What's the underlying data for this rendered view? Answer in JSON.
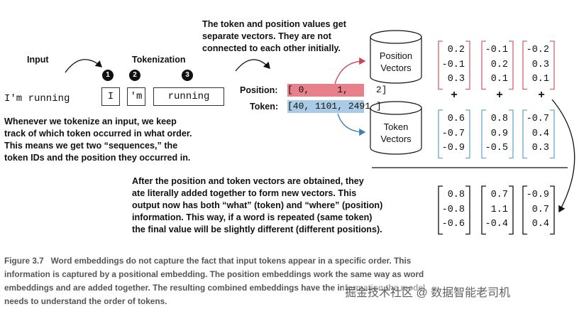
{
  "labels": {
    "input": "Input",
    "tokenization": "Tokenization",
    "input_text": "I'm running",
    "position_label": "Position:",
    "token_label": "Token:",
    "position_values": "[ 0,     1,     2]",
    "token_values": "[40, 1101, 2491 ]",
    "position_vectors": [
      "Position",
      "Vectors"
    ],
    "token_vectors": [
      "Token",
      "Vectors"
    ]
  },
  "steps": [
    {
      "number": "1",
      "token": "I"
    },
    {
      "number": "2",
      "token": "'m"
    },
    {
      "number": "3",
      "token": "running"
    }
  ],
  "notes": {
    "separate_vectors": [
      "The token and position values get",
      "separate vectors. They are not",
      "connected to each other initially."
    ],
    "whenever_tokenize": [
      "Whenever we tokenize an input, we keep",
      "track of which token occurred in what order.",
      "This means we get two “sequences,” the",
      "token IDs and the position they occurred in."
    ],
    "after_obtained": [
      "After the position and token vectors are obtained, they",
      "ate literally added together to form new vectors. This",
      "output now has both “what” (token) and “where” (position)",
      "information. This way, if a word is repeated (same token)",
      "the final value will be slightly different (different positions)."
    ]
  },
  "vectors": {
    "position": [
      [
        "0.2",
        "-0.1",
        "0.3"
      ],
      [
        "-0.1",
        "0.2",
        "0.1"
      ],
      [
        "-0.2",
        "0.3",
        "0.1"
      ]
    ],
    "token": [
      [
        "0.6",
        "-0.7",
        "-0.9"
      ],
      [
        "0.8",
        "0.9",
        "-0.5"
      ],
      [
        "-0.7",
        "0.4",
        "0.3"
      ]
    ],
    "result": [
      [
        "0.8",
        "-0.8",
        "-0.6"
      ],
      [
        "0.7",
        "1.1",
        "-0.4"
      ],
      [
        "-0.9",
        "0.7",
        "0.4"
      ]
    ],
    "plus": "+"
  },
  "caption": {
    "figure": "Figure 3.7",
    "lines": [
      "Word embeddings do not capture the fact that input tokens appear in a specific order. This",
      "information is captured by a positional embedding. The position embeddings work the same way as word",
      "embeddings and are added together. The resulting combined embeddings have the information the model",
      "needs to understand the order of tokens."
    ]
  },
  "watermark": "掘金技术社区 @ 数据智能老司机",
  "colors": {
    "position_bracket": "#d9606e",
    "token_bracket": "#6aa6cf",
    "position_fill": "#e8808c",
    "token_fill": "#a9cbe5",
    "position_arrow": "#cc4455",
    "token_arrow": "#3d7fb8",
    "caption_text": "#555555"
  }
}
